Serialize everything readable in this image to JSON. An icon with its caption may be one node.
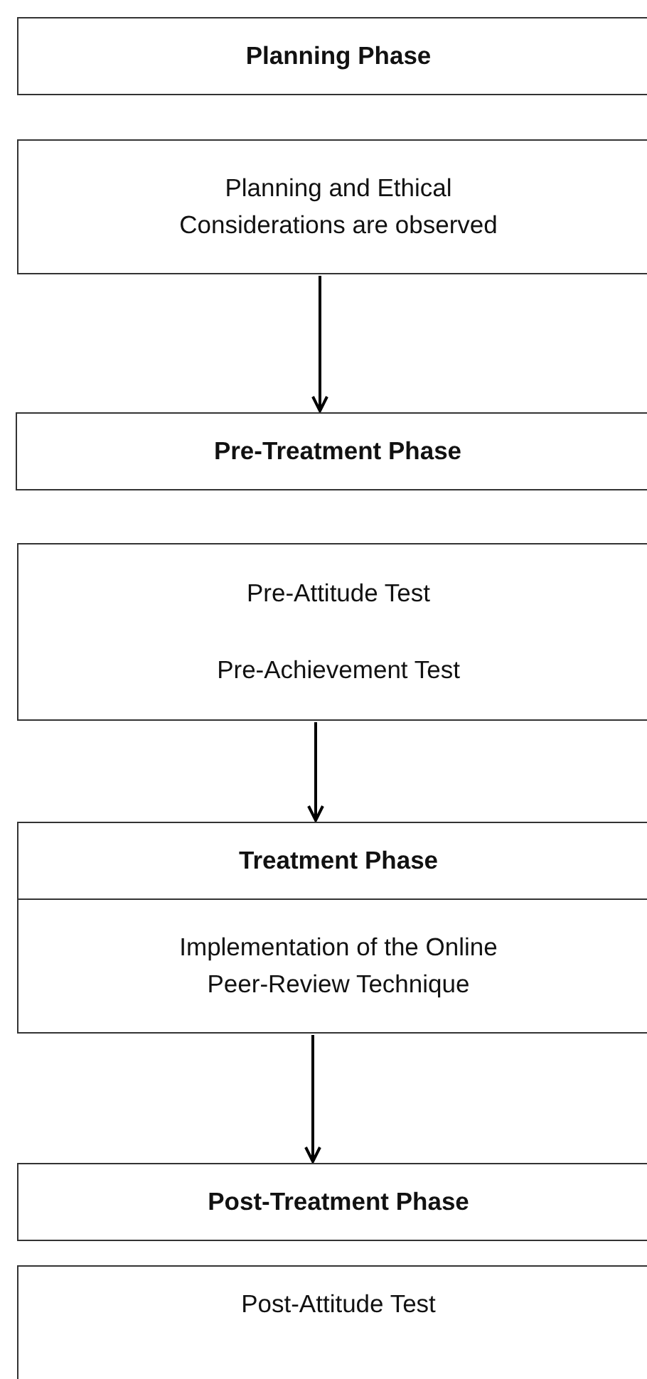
{
  "diagram": {
    "nodes": [
      {
        "text": [
          "Planning Phase"
        ]
      },
      {
        "text": [
          "Planning and Ethical Considerations are observed"
        ]
      },
      {
        "text": [
          "Pre-Treatment Phase"
        ]
      },
      {
        "text": [
          "Pre-Attitude Test",
          "Pre-Achievement Test"
        ]
      },
      {
        "text": [
          "Treatment Phase"
        ]
      },
      {
        "text": [
          "Implementation of the Online Peer-Review Technique"
        ]
      },
      {
        "text": [
          "Post-Treatment Phase"
        ]
      },
      {
        "text": [
          "Post-Attitude Test"
        ]
      }
    ],
    "edges": [
      {
        "from": 1,
        "to": 2,
        "arrow": "to"
      },
      {
        "from": 3,
        "to": 4,
        "arrow": "to"
      },
      {
        "from": 5,
        "to": 6,
        "arrow": "to"
      }
    ]
  }
}
